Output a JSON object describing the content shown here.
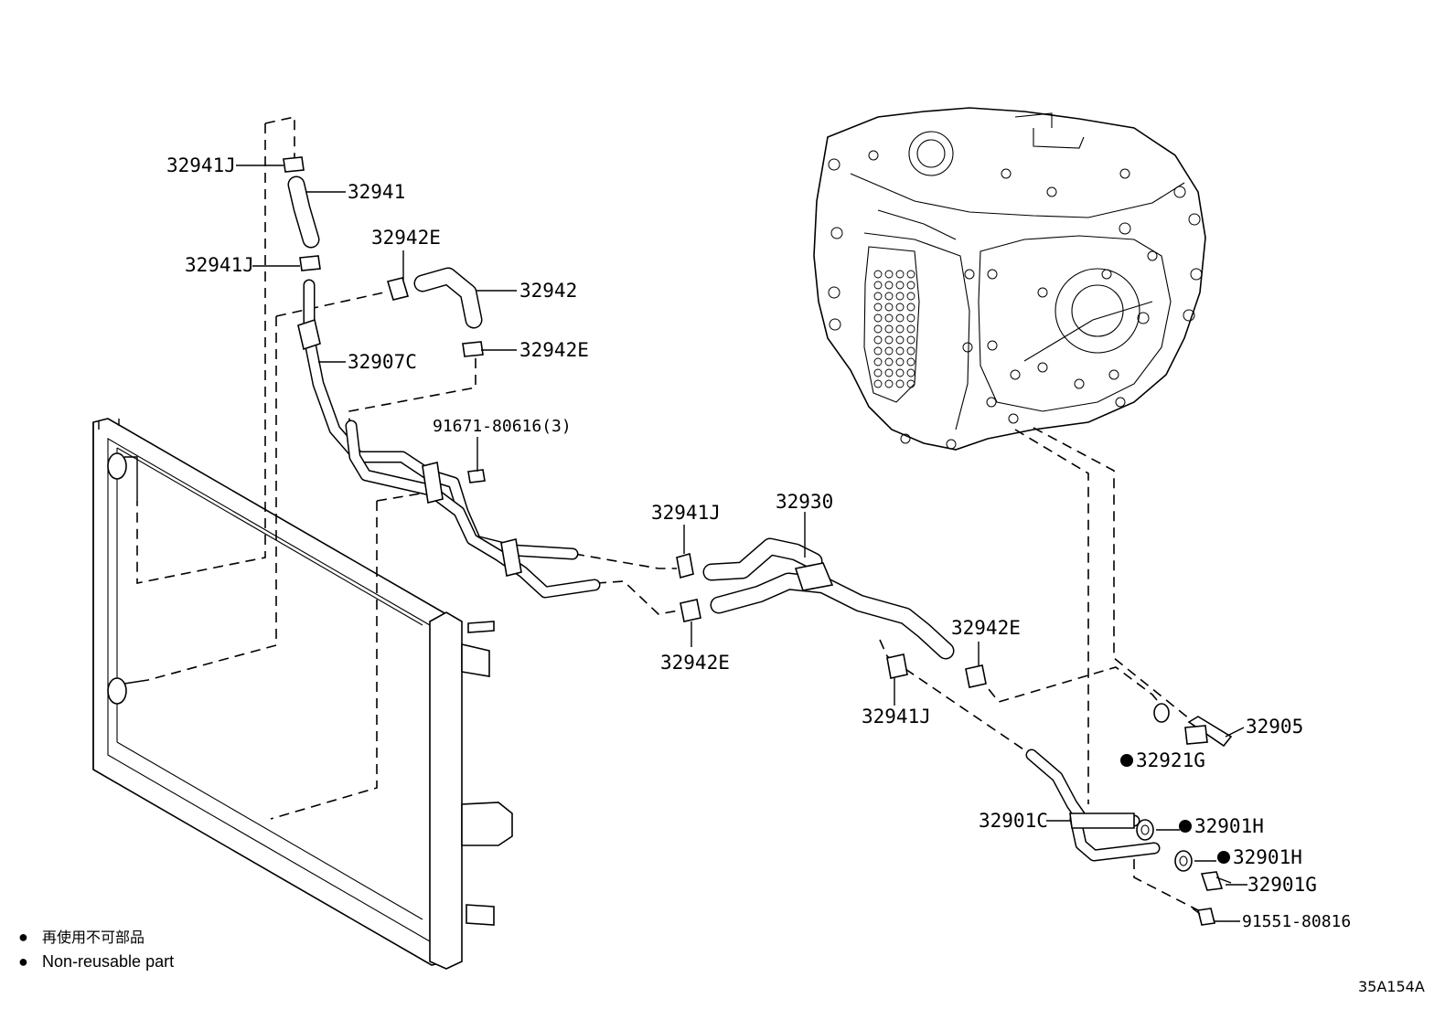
{
  "diagram": {
    "labels": {
      "clamp_top": "32941J",
      "hose_upper": "32941",
      "clamp_mid": "32941J",
      "clamp_e_upper": "32942E",
      "hose_upper_right": "32942",
      "clamp_e_upper_2": "32942E",
      "tube_upper": "32907C",
      "bolt_upper": "91671-80616(3)",
      "clamp_j_center": "32941J",
      "hose_assembly": "32930",
      "clamp_e_center": "32942E",
      "clamp_e_right": "32942E",
      "clamp_j_lower": "32941J",
      "union": "32905",
      "gasket_union": "32921G",
      "tube_lower": "32901C",
      "gasket_lower_1": "32901H",
      "gasket_lower_2": "32901H",
      "bolt_union": "32901G",
      "bolt_lower": "91551-80816"
    },
    "legend": {
      "bullet": "●",
      "japanese": "再使用不可部品",
      "english": "Non-reusable part"
    },
    "diagram_code": "35A154A"
  }
}
